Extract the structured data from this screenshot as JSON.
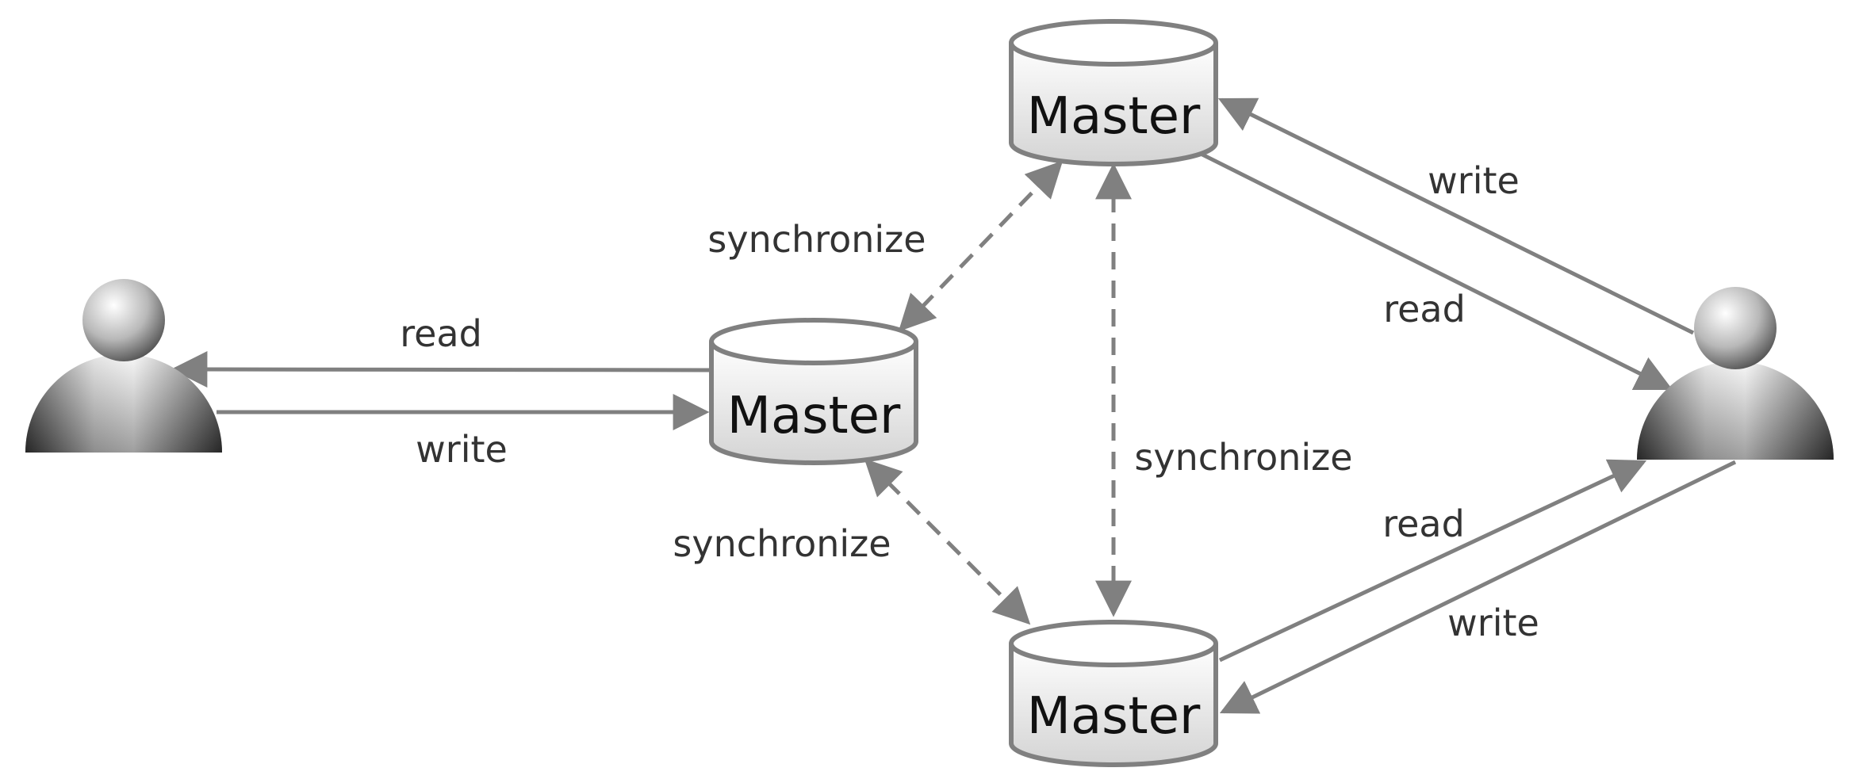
{
  "colors": {
    "stroke": "#808080",
    "db_fill_top": "#ffffff",
    "db_fill_bottom": "#d4d4d4",
    "text": "#333333"
  },
  "nodes": {
    "master_top": {
      "label": "Master"
    },
    "master_middle": {
      "label": "Master"
    },
    "master_bottom": {
      "label": "Master"
    },
    "user_left": {
      "icon": "user-icon"
    },
    "user_right": {
      "icon": "user-icon"
    }
  },
  "edges": {
    "left_read": {
      "label": "read"
    },
    "left_write": {
      "label": "write"
    },
    "top_right_write": {
      "label": "write"
    },
    "top_right_read": {
      "label": "read"
    },
    "bottom_right_read": {
      "label": "read"
    },
    "bottom_right_write": {
      "label": "write"
    },
    "sync_middle_top": {
      "label": "synchronize"
    },
    "sync_top_bottom": {
      "label": "synchronize"
    },
    "sync_middle_bottom": {
      "label": "synchronize"
    }
  }
}
